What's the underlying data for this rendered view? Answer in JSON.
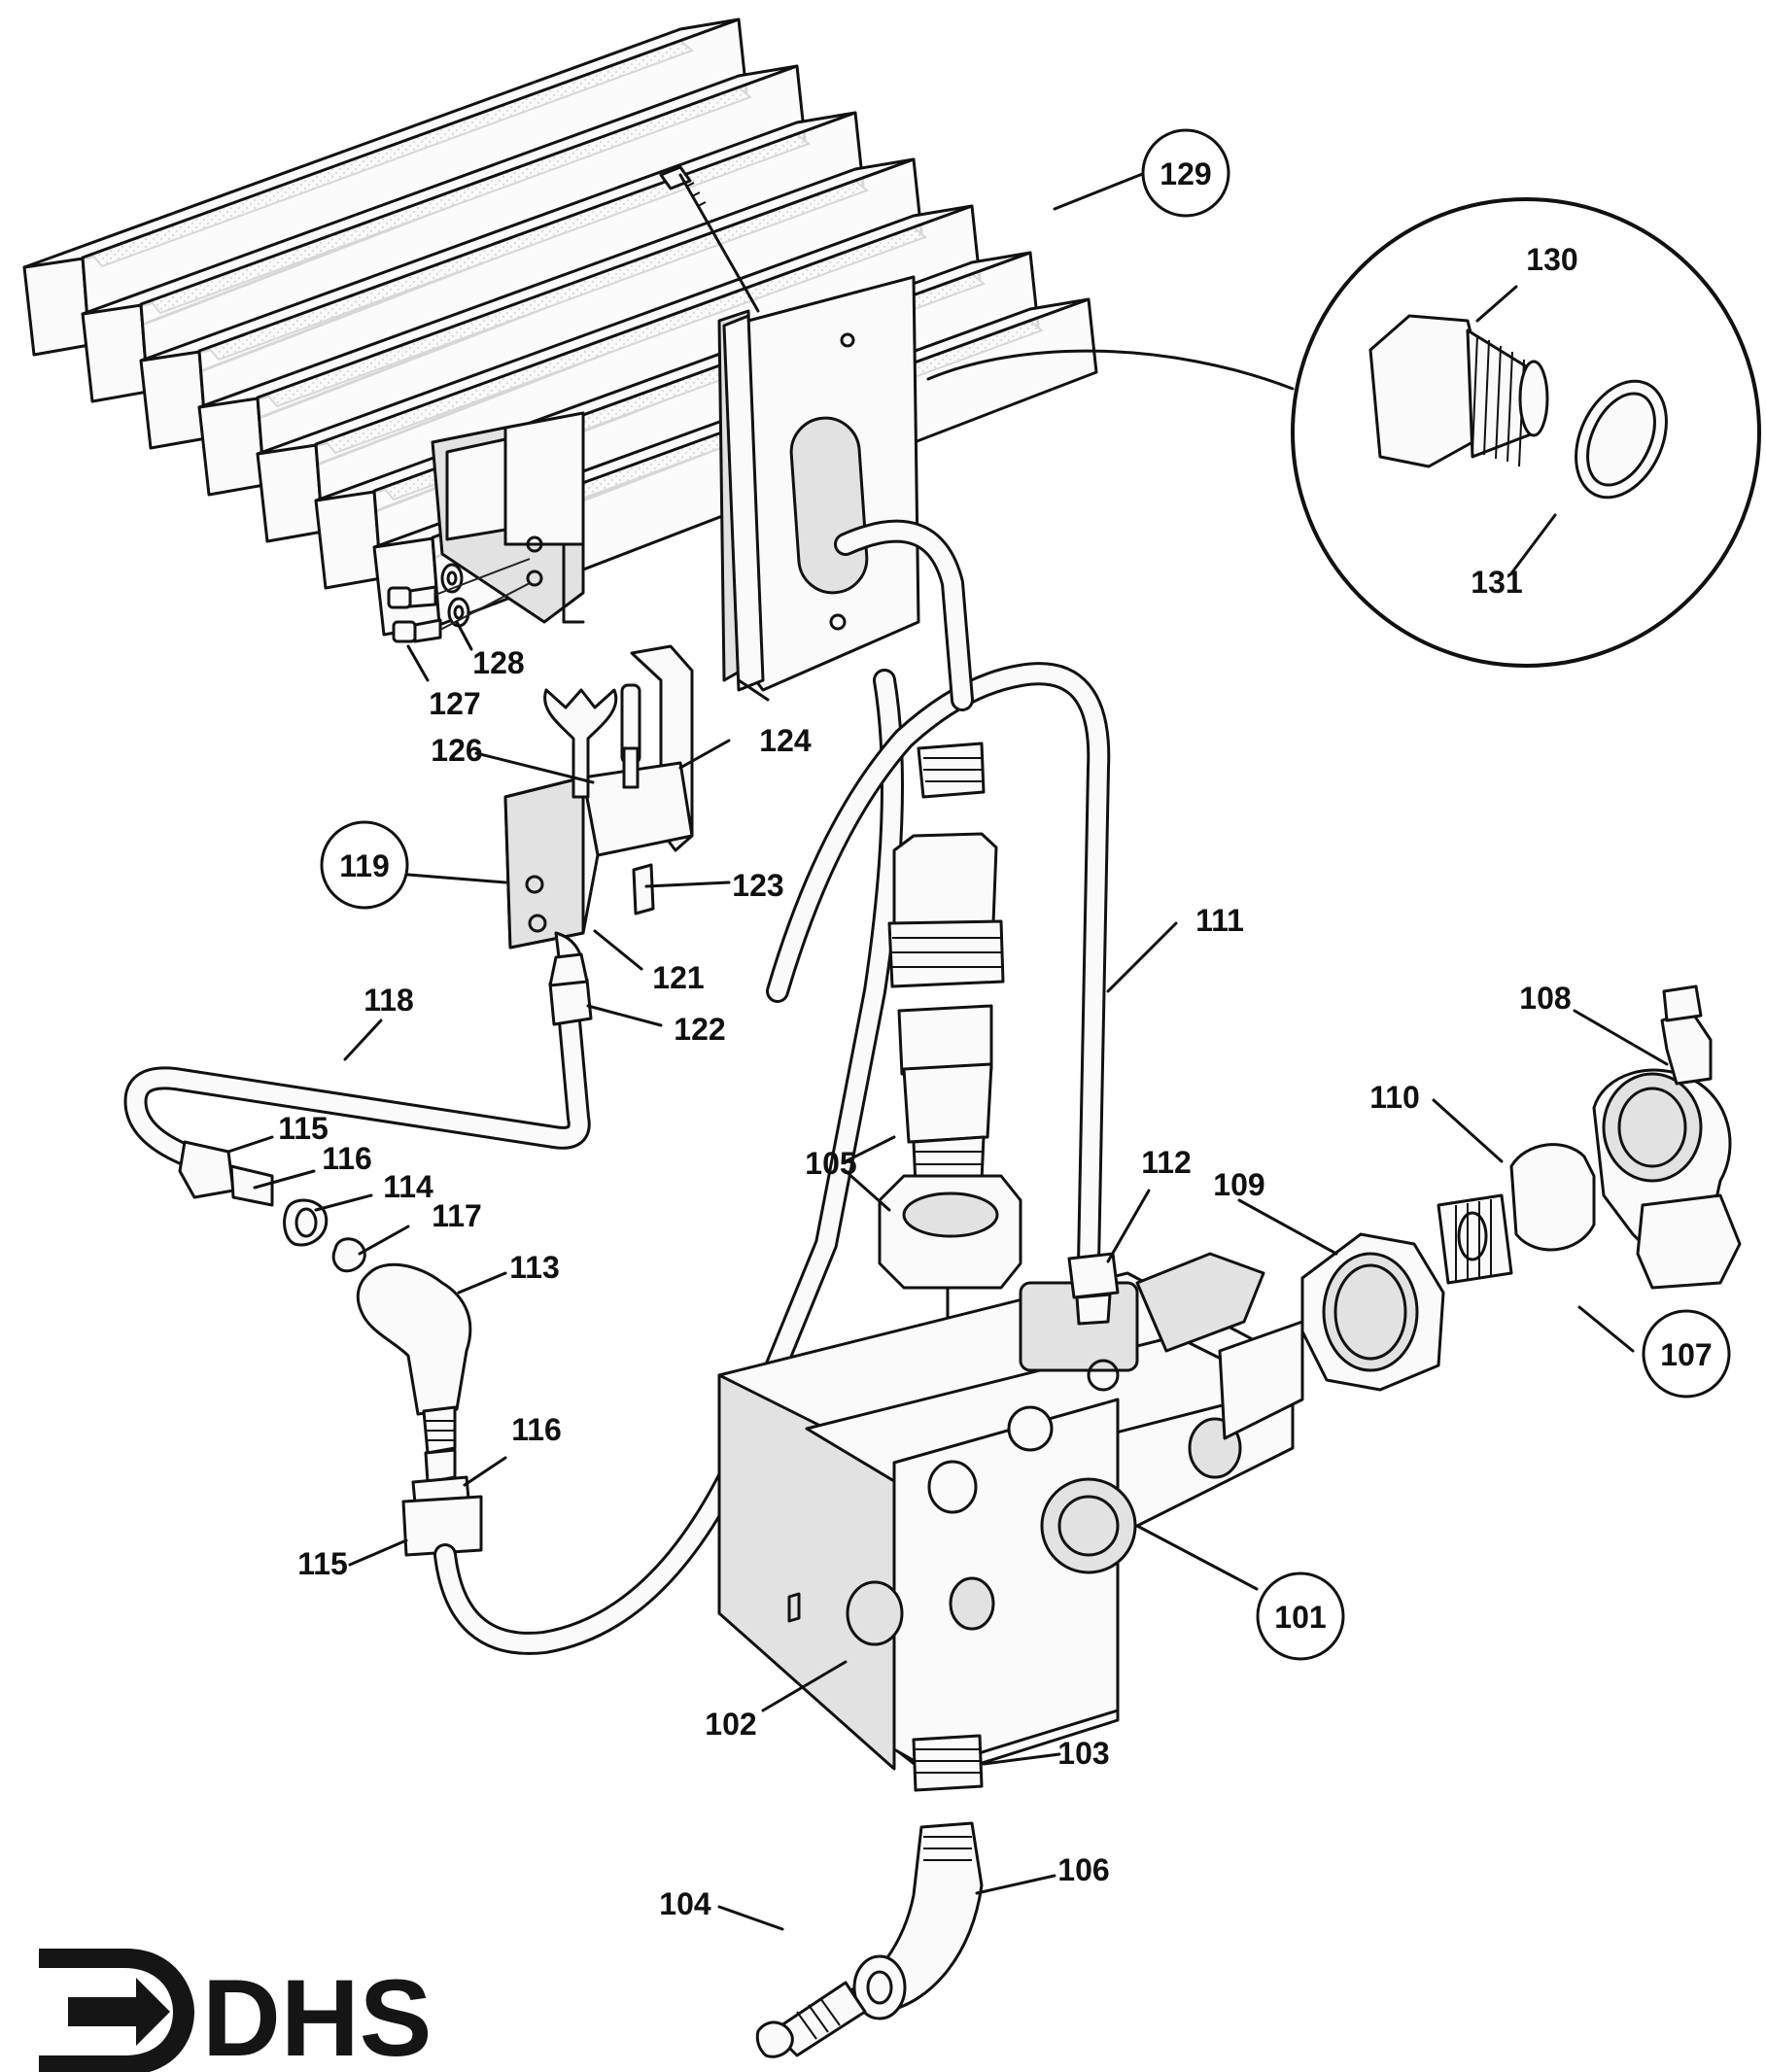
{
  "callouts": [
    {
      "id": "129",
      "text": "129",
      "circled": true
    },
    {
      "id": "130",
      "text": "130",
      "circled": false
    },
    {
      "id": "131",
      "text": "131",
      "circled": false
    },
    {
      "id": "128",
      "text": "128",
      "circled": false
    },
    {
      "id": "127",
      "text": "127",
      "circled": false
    },
    {
      "id": "126",
      "text": "126",
      "circled": false
    },
    {
      "id": "124",
      "text": "124",
      "circled": false
    },
    {
      "id": "119",
      "text": "119",
      "circled": true
    },
    {
      "id": "123",
      "text": "123",
      "circled": false
    },
    {
      "id": "121",
      "text": "121",
      "circled": false
    },
    {
      "id": "122",
      "text": "122",
      "circled": false
    },
    {
      "id": "118",
      "text": "118",
      "circled": false
    },
    {
      "id": "111",
      "text": "111",
      "circled": false
    },
    {
      "id": "108",
      "text": "108",
      "circled": false
    },
    {
      "id": "110",
      "text": "110",
      "circled": false
    },
    {
      "id": "115a",
      "text": "115",
      "circled": false
    },
    {
      "id": "116a",
      "text": "116",
      "circled": false
    },
    {
      "id": "114",
      "text": "114",
      "circled": false
    },
    {
      "id": "117",
      "text": "117",
      "circled": false
    },
    {
      "id": "113",
      "text": "113",
      "circled": false
    },
    {
      "id": "105",
      "text": "105",
      "circled": false
    },
    {
      "id": "112",
      "text": "112",
      "circled": false
    },
    {
      "id": "109",
      "text": "109",
      "circled": false
    },
    {
      "id": "107",
      "text": "107",
      "circled": true
    },
    {
      "id": "116b",
      "text": "116",
      "circled": false
    },
    {
      "id": "115b",
      "text": "115",
      "circled": false
    },
    {
      "id": "101",
      "text": "101",
      "circled": true
    },
    {
      "id": "102",
      "text": "102",
      "circled": false
    },
    {
      "id": "103",
      "text": "103",
      "circled": false
    },
    {
      "id": "106",
      "text": "106",
      "circled": false
    },
    {
      "id": "104",
      "text": "104",
      "circled": false
    }
  ],
  "logo": {
    "text": "DHS"
  }
}
